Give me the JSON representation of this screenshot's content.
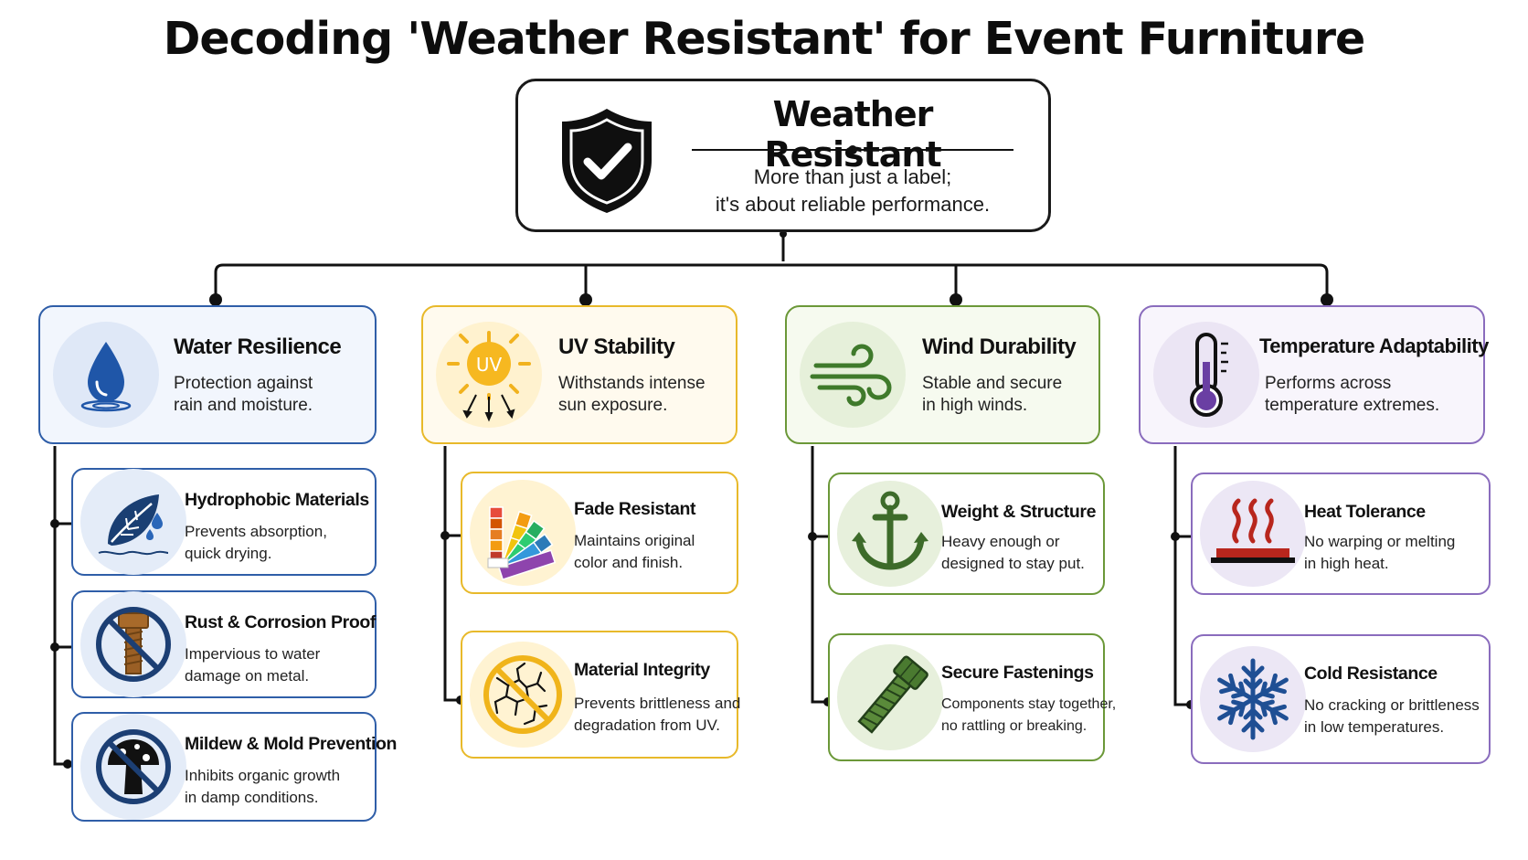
{
  "title": "Decoding 'Weather Resistant' for Event Furniture",
  "root": {
    "title": "Weather Resistant",
    "subtitle_line1": "More than just a label;",
    "subtitle_line2": "it's about reliable performance.",
    "icon": "shield-check-icon"
  },
  "colors": {
    "water": "#1f4e9c",
    "uv": "#e8b92a",
    "wind": "#5e8a2e",
    "temperature": "#7d62b0",
    "line": "#111111"
  },
  "categories": [
    {
      "id": "water",
      "title": "Water Resilience",
      "desc_line1": "Protection against",
      "desc_line2": "rain and moisture.",
      "icon": "water-drop-icon",
      "items": [
        {
          "title": "Hydrophobic Materials",
          "desc_line1": "Prevents absorption,",
          "desc_line2": "quick drying.",
          "icon": "leaf-droplet-icon"
        },
        {
          "title": "Rust & Corrosion Proof",
          "desc_line1": "Impervious to water",
          "desc_line2": "damage on metal.",
          "icon": "no-rust-bolt-icon"
        },
        {
          "title": "Mildew & Mold Prevention",
          "desc_line1": "Inhibits organic growth",
          "desc_line2": "in damp conditions.",
          "icon": "no-mold-icon"
        }
      ]
    },
    {
      "id": "uv",
      "title": "UV Stability",
      "desc_line1": "Withstands intense",
      "desc_line2": "sun exposure.",
      "icon": "uv-sun-icon",
      "icon_text": "UV",
      "items": [
        {
          "title": "Fade Resistant",
          "desc_line1": "Maintains original",
          "desc_line2": "color and finish.",
          "icon": "color-swatch-icon"
        },
        {
          "title": "Material Integrity",
          "desc_line1": "Prevents brittleness and",
          "desc_line2": "degradation from UV.",
          "icon": "no-cracking-icon"
        }
      ]
    },
    {
      "id": "wind",
      "title": "Wind Durability",
      "desc_line1": "Stable and secure",
      "desc_line2": "in high winds.",
      "icon": "wind-icon",
      "items": [
        {
          "title": "Weight & Structure",
          "desc_line1": "Heavy enough or",
          "desc_line2": "designed to stay put.",
          "icon": "anchor-icon"
        },
        {
          "title": "Secure Fastenings",
          "desc_line1": "Components stay together,",
          "desc_line2": "no rattling or breaking.",
          "icon": "bolt-icon"
        }
      ]
    },
    {
      "id": "temperature",
      "title": "Temperature Adaptability",
      "desc_line1": "Performs across",
      "desc_line2": "temperature extremes.",
      "icon": "thermometer-icon",
      "items": [
        {
          "title": "Heat Tolerance",
          "desc_line1": "No warping or melting",
          "desc_line2": "in high heat.",
          "icon": "heat-plate-icon"
        },
        {
          "title": "Cold Resistance",
          "desc_line1": "No cracking or brittleness",
          "desc_line2": "in low temperatures.",
          "icon": "snowflake-icon"
        }
      ]
    }
  ]
}
